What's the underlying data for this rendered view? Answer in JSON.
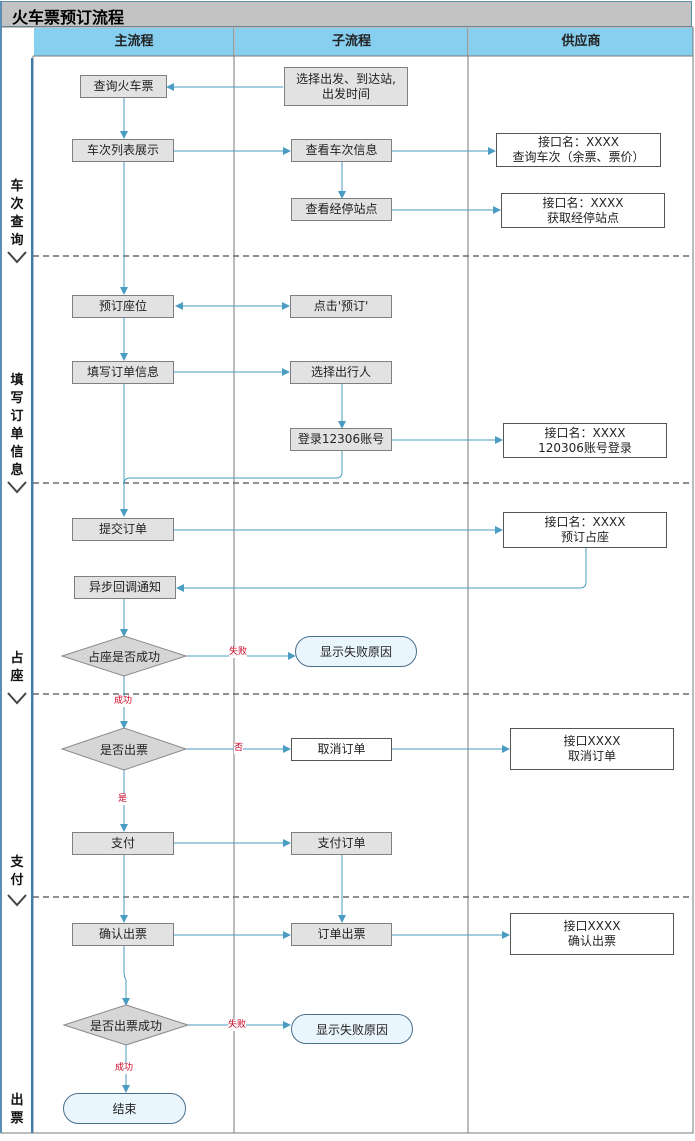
{
  "title": "火车票预订流程",
  "columns": {
    "main": "主流程",
    "sub": "子流程",
    "supplier": "供应商"
  },
  "stages": [
    {
      "label": "车\n次\n查\n询"
    },
    {
      "label": "填\n写\n订\n单\n信\n息"
    },
    {
      "label": "占\n座"
    },
    {
      "label": "支\n付"
    },
    {
      "label": "出\n票"
    }
  ],
  "nodes": {
    "query_ticket": "查询火车票",
    "choose_stations": "选择出发、到达站,\n出发时间",
    "train_list": "车次列表展示",
    "view_train_info": "查看车次信息",
    "api_query_trains": "接口名：XXXX\n查询车次（余票、票价）",
    "view_stops": "查看经停站点",
    "api_stops": "接口名：XXXX\n获取经停站点",
    "reserve_seat": "预订座位",
    "click_reserve": "点击'预订'",
    "fill_order": "填写订单信息",
    "choose_passenger": "选择出行人",
    "login_12306": "登录12306账号",
    "api_login": "接口名：XXXX\n120306账号登录",
    "submit_order": "提交订单",
    "api_reserve_seat": "接口名：XXXX\n预订占座",
    "async_callback": "异步回调通知",
    "seat_success_q": "占座是否成功",
    "show_fail_1": "显示失败原因",
    "issue_q": "是否出票",
    "cancel_order": "取消订单",
    "api_cancel": "接口XXXX\n取消订单",
    "pay": "支付",
    "pay_order": "支付订单",
    "confirm_issue": "确认出票",
    "order_issue": "订单出票",
    "api_confirm": "接口XXXX\n确认出票",
    "issue_success_q": "是否出票成功",
    "show_fail_2": "显示失败原因",
    "end": "结束"
  },
  "edge_labels": {
    "fail_1": "失败",
    "success_1": "成功",
    "no": "否",
    "yes": "是",
    "fail_2": "失败",
    "success_2": "成功"
  },
  "colors": {
    "header": "#87cfef",
    "line": "#4a9cc2",
    "divider": "#6b6b6b",
    "label": "#cc0022"
  }
}
